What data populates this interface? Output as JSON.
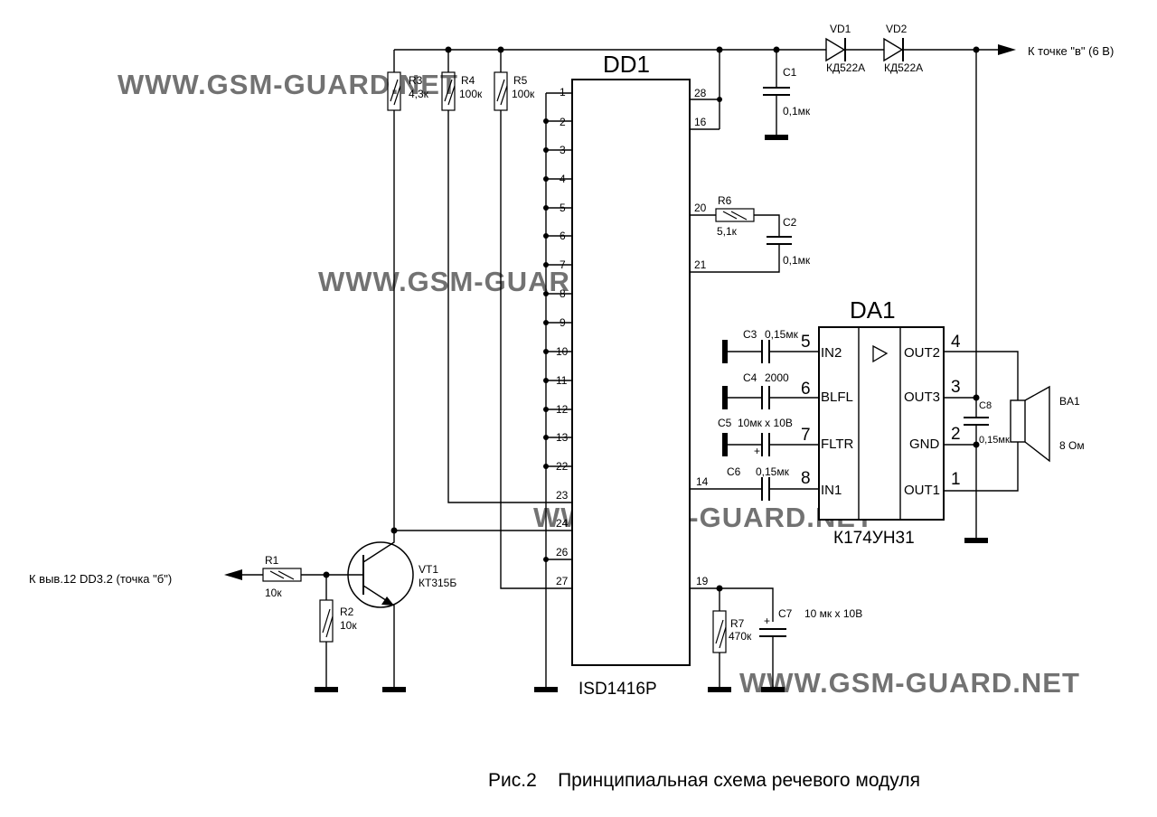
{
  "caption": "Рис.2    Принципиальная схема речевого модуля",
  "watermark": "WWW.GSM-GUARD.NET",
  "dd1": {
    "name": "DD1",
    "part": "ISD1416P",
    "left_pins": [
      "1",
      "2",
      "3",
      "4",
      "5",
      "6",
      "7",
      "8",
      "9",
      "10",
      "11",
      "12",
      "13",
      "22",
      "23",
      "24",
      "26",
      "27"
    ],
    "right_pins": [
      "28",
      "16",
      "20",
      "21",
      "14",
      "19"
    ]
  },
  "da1": {
    "name": "DA1",
    "part": "К174УН31",
    "inputs": [
      {
        "num": "5",
        "sig": "IN2"
      },
      {
        "num": "6",
        "sig": "BLFL"
      },
      {
        "num": "7",
        "sig": "FLTR"
      },
      {
        "num": "8",
        "sig": "IN1"
      }
    ],
    "outputs": [
      {
        "num": "4",
        "sig": "OUT2"
      },
      {
        "num": "3",
        "sig": "OUT3"
      },
      {
        "num": "2",
        "sig": "GND"
      },
      {
        "num": "1",
        "sig": "OUT1"
      }
    ]
  },
  "resistors": {
    "r1": {
      "ref": "R1",
      "val": "10к"
    },
    "r2": {
      "ref": "R2",
      "val": "10к"
    },
    "r3": {
      "ref": "R3",
      "val": "4,3к"
    },
    "r4": {
      "ref": "R4",
      "val": "100к"
    },
    "r5": {
      "ref": "R5",
      "val": "100к"
    },
    "r6": {
      "ref": "R6",
      "val": "5,1к"
    },
    "r7": {
      "ref": "R7",
      "val": "470к"
    }
  },
  "capacitors": {
    "c1": {
      "ref": "C1",
      "val": "0,1мк"
    },
    "c2": {
      "ref": "C2",
      "val": "0,1мк"
    },
    "c3": {
      "ref": "C3",
      "val": "0,15мк"
    },
    "c4": {
      "ref": "C4",
      "val": "2000"
    },
    "c5": {
      "ref": "C5",
      "val": "10мк х 10В"
    },
    "c6": {
      "ref": "C6",
      "val": "0,15мк"
    },
    "c7": {
      "ref": "C7",
      "val": "10 мк х 10В"
    },
    "c8": {
      "ref": "C8",
      "val": "0,15мк"
    }
  },
  "diodes": {
    "vd1": {
      "ref": "VD1",
      "val": "КД522А"
    },
    "vd2": {
      "ref": "VD2",
      "val": "КД522А"
    }
  },
  "transistor": {
    "ref": "VT1",
    "val": "КТ315Б"
  },
  "speaker": {
    "ref": "BA1",
    "val": "8 Ом"
  },
  "plus_sign": "+",
  "connectors": {
    "to_v": "К точке \"в\" (6 В)",
    "to_b": "К выв.12 DD3.2 (точка \"б\")"
  }
}
